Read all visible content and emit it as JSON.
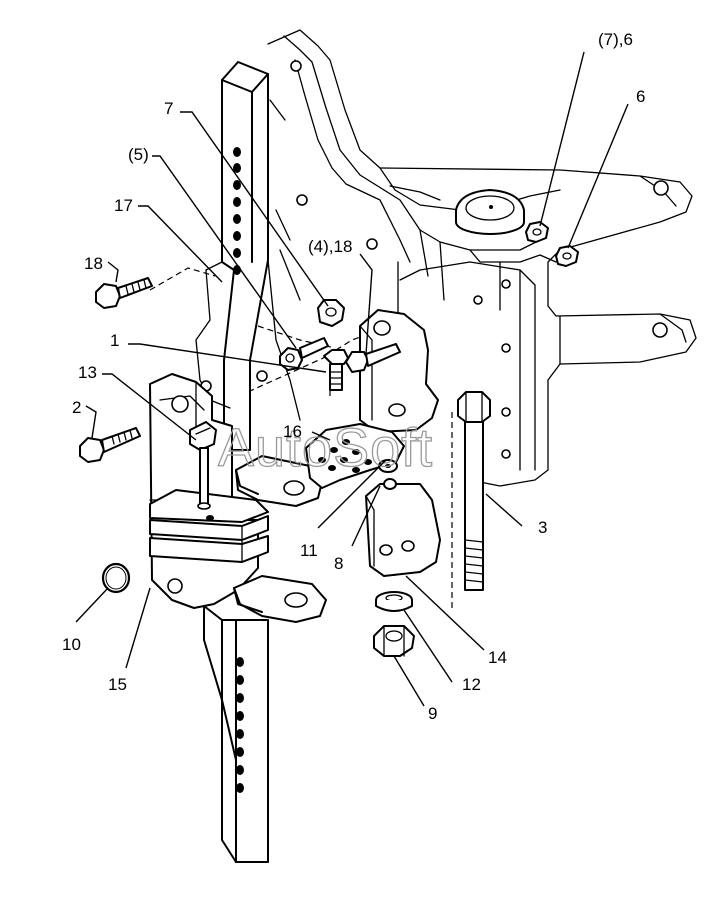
{
  "watermark": "AutoSoft",
  "callouts": {
    "c_7_6": "(7),6",
    "c_6": "6",
    "c_7": "7",
    "c_5": "(5)",
    "c_17": "17",
    "c_18": "18",
    "c_4_18": "(4),18",
    "c_1": "1",
    "c_13": "13",
    "c_2": "2",
    "c_16": "16",
    "c_3": "3",
    "c_11": "11",
    "c_8": "8",
    "c_10": "10",
    "c_15": "15",
    "c_14": "14",
    "c_12": "12",
    "c_9": "9"
  }
}
